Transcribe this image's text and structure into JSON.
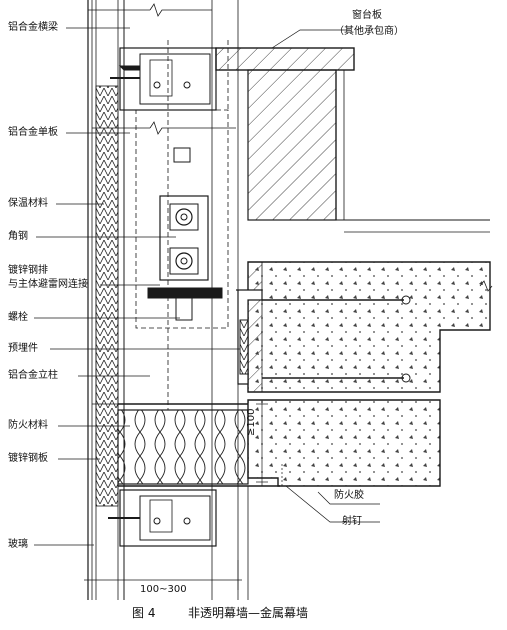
{
  "labels_left": {
    "transom": "铝合金横梁",
    "aluminum_panel": "铝合金单板",
    "insulation": "保温材料",
    "angle_steel": "角钢",
    "galv_strip_l1": "镀锌钢排",
    "galv_strip_l2": "与主体避雷网连接",
    "bolt": "螺栓",
    "embed": "预埋件",
    "mullion": "铝合金立柱",
    "fire_material": "防火材料",
    "galv_sheet": "镀锌钢板",
    "glass": "玻璃"
  },
  "labels_right": {
    "sill": "窗台板",
    "sill_note": "（其他承包商）",
    "fire_glue": "防火胶",
    "nail": "射钉"
  },
  "dimensions": {
    "height": "≥100",
    "width": "100~300"
  },
  "caption": {
    "fig": "图 4",
    "title": "非透明幕墙—金属幕墙"
  },
  "colors": {
    "line": "#1a1a1a",
    "hatch": "#333333",
    "bg": "#ffffff"
  }
}
